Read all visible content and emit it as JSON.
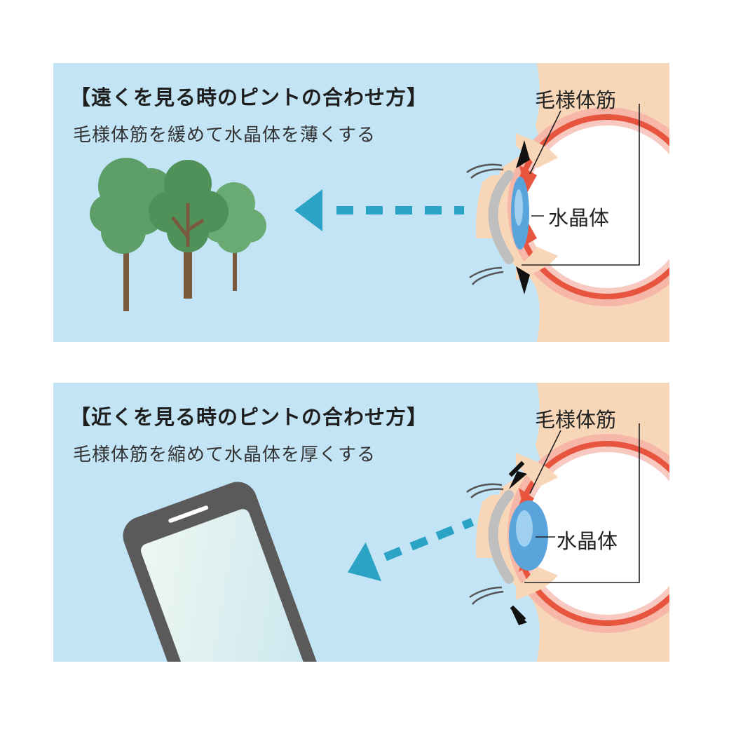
{
  "panels": [
    {
      "title": "【遠くを見る時のピントの合わせ方】",
      "subtitle": "毛様体筋を緩めて水晶体を薄くする",
      "muscle_label": "毛様体筋",
      "lens_label": "水晶体",
      "target": "trees",
      "lens_state": "thin",
      "muscle_state": "relaxed"
    },
    {
      "title": "【近くを見る時のピントの合わせ方】",
      "subtitle": "毛様体筋を縮めて水晶体を厚くする",
      "muscle_label": "毛様体筋",
      "lens_label": "水晶体",
      "target": "smartphone",
      "lens_state": "thick",
      "muscle_state": "contracted"
    }
  ],
  "colors": {
    "background": "#c3e4f5",
    "skin": "#f8d7b9",
    "retina": "#e8553f",
    "lens": "#5aa4dc",
    "arrow": "#2ba3c5",
    "tree": "#5e9e68",
    "phone": "#5a5a5a"
  }
}
